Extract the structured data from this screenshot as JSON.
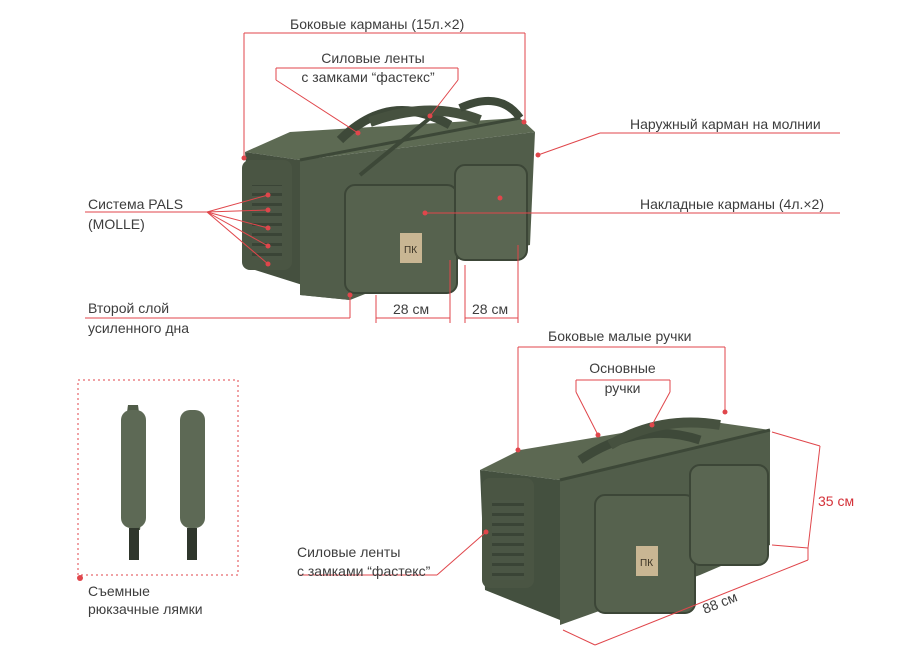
{
  "colors": {
    "accent": "#e0464b",
    "bag_dark": "#3f4a3a",
    "bag_mid": "#55614d",
    "bag_light": "#6c785f",
    "text": "#3d3d3d"
  },
  "labels": {
    "side_pockets": "Боковые карманы (15л.×2)",
    "power_straps_top_1": "Силовые ленты",
    "power_straps_top_2": "с замками “фастекс”",
    "outer_zip_pocket": "Наружный карман на молнии",
    "pals_1": "Система PALS",
    "pals_2": "(MOLLE)",
    "patch_pockets": "Накладные карманы (4л.×2)",
    "second_bottom_1": "Второй слой",
    "second_bottom_2": "усиленного дна",
    "width_left": "28 см",
    "width_right": "28 см",
    "side_small_handles": "Боковые малые ручки",
    "main_handles_1": "Основные",
    "main_handles_2": "ручки",
    "height": "35 см",
    "power_straps_bottom_1": "Силовые ленты",
    "power_straps_bottom_2": "с замками “фастекс”",
    "length": "88 см",
    "straps_1": "Съемные",
    "straps_2": "рюкзачные лямки"
  },
  "logo_text": "ПК"
}
